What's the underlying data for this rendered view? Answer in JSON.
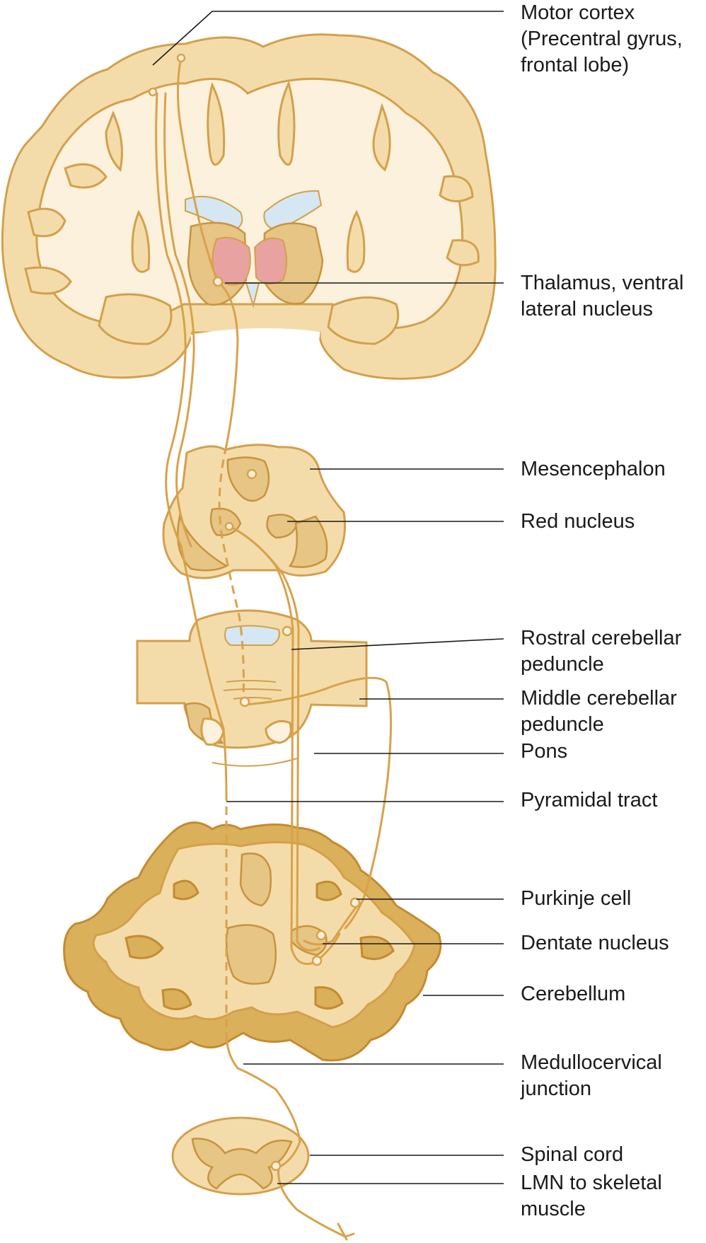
{
  "labels": {
    "motor_cortex": [
      "Motor cortex",
      "(Precentral gyrus,",
      "frontal lobe)"
    ],
    "thalamus": [
      "Thalamus, ventral",
      "lateral nucleus"
    ],
    "mesencephalon": [
      "Mesencephalon"
    ],
    "red_nucleus": [
      "Red nucleus"
    ],
    "rostral_cerebellar_peduncle": [
      "Rostral cerebellar",
      "peduncle"
    ],
    "middle_cerebellar_peduncle": [
      "Middle cerebellar",
      "peduncle"
    ],
    "pons": [
      "Pons"
    ],
    "pyramidal_tract": [
      "Pyramidal tract"
    ],
    "purkinje_cell": [
      "Purkinje cell"
    ],
    "dentate_nucleus": [
      "Dentate nucleus"
    ],
    "cerebellum": [
      "Cerebellum"
    ],
    "medullocervical_junction": [
      "Medullocervical",
      "junction"
    ],
    "spinal_cord": [
      "Spinal cord"
    ],
    "lmn": [
      "LMN to skeletal",
      "muscle"
    ]
  },
  "colors": {
    "tissue": "#f4dcaa",
    "outline": "#d3a04c",
    "cerebellar_grey_matter": "#dbb05a",
    "ventricle": "#d5e7f2",
    "thalamus": "#e8a3a0",
    "tract": "#d9a24a"
  }
}
